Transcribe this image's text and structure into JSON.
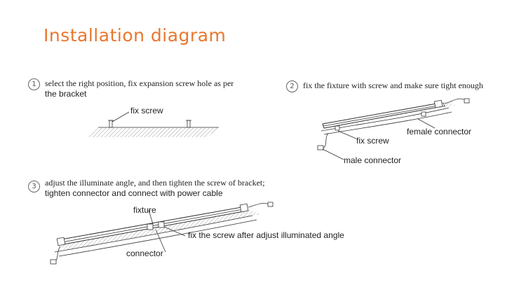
{
  "title": "Installation diagram",
  "steps": [
    {
      "number": "1",
      "line1": "select the right position, fix expansion screw hole as per",
      "line2": "the bracket",
      "labels": {
        "fix_screw": "fix screw"
      }
    },
    {
      "number": "2",
      "line1": "fix the fixture with screw and make sure tight enough",
      "labels": {
        "female_connector": "female connector",
        "fix_screw": "fix screw",
        "male_connector": "male connector"
      }
    },
    {
      "number": "3",
      "line1": "adjust the illuminate angle, and then tighten the screw of bracket;",
      "line2": "tighten connector and connect with power cable",
      "labels": {
        "fixture": "fixture",
        "fix_after": "fix the screw after adjust illuminated angle",
        "connector": "connector"
      }
    }
  ],
  "colors": {
    "title": "#e8772e",
    "line": "#333333"
  }
}
